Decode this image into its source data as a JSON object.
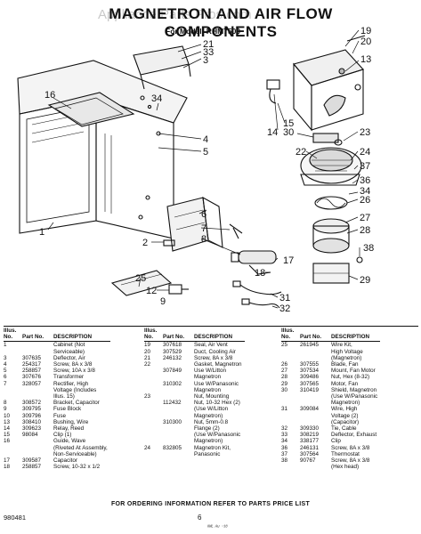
{
  "header": {
    "title": "MAGNETRON AND AIR FLOW COMPONENTS",
    "model": "For Model: RHM7500",
    "watermark": "Appliance Parts Pros.com"
  },
  "callouts": [
    "21",
    "33",
    "3",
    "19",
    "20",
    "13",
    "16",
    "34",
    "15",
    "14",
    "30",
    "23",
    "22",
    "24",
    "37",
    "36",
    "34",
    "26",
    "4",
    "5",
    "1",
    "6",
    "7",
    "8",
    "9",
    "27",
    "28",
    "38",
    "2",
    "17",
    "25",
    "12",
    "18",
    "31",
    "32",
    "29"
  ],
  "columns": {
    "illus": "Illus. No.",
    "part": "Part No.",
    "desc": "DESCRIPTION"
  },
  "table1": [
    [
      "1",
      "",
      "Cabinet (Not"
    ],
    [
      "",
      "",
      "Serviceable)"
    ],
    [
      "3",
      "307635",
      "Deflector, Air"
    ],
    [
      "4",
      "254317",
      "Screw, 8A x 3/8"
    ],
    [
      "5",
      "258857",
      "Screw, 10A x 3/8"
    ],
    [
      "6",
      "307676",
      "Transformer"
    ],
    [
      "7",
      "328057",
      "Rectifier, High"
    ],
    [
      "",
      "",
      "Voltage (Includes"
    ],
    [
      "",
      "",
      "Illus. 15)"
    ],
    [
      "8",
      "308572",
      "Bracket, Capacitor"
    ],
    [
      "9",
      "309795",
      "Fuse Block"
    ],
    [
      "10",
      "309796",
      "Fuse"
    ],
    [
      "13",
      "308410",
      "Bushing, Wire"
    ],
    [
      "14",
      "309623",
      "Relay, Reed"
    ],
    [
      "15",
      "98084",
      "Clip (1)"
    ],
    [
      "16",
      "",
      "Guide, Wave"
    ],
    [
      "",
      "",
      "(Riveted At Assembly,"
    ],
    [
      "",
      "",
      "Non-Serviceable)"
    ],
    [
      "17",
      "309587",
      "Capacitor"
    ],
    [
      "18",
      "258857",
      "Screw, 10-32 x 1/2"
    ]
  ],
  "table2": [
    [
      "19",
      "307618",
      "Seal, Air Vent"
    ],
    [
      "20",
      "307529",
      "Duct, Cooling Air"
    ],
    [
      "21",
      "246132",
      "Screw, 8A x 3/8"
    ],
    [
      "22",
      "",
      "Gasket, Magnetron"
    ],
    [
      "",
      "307849",
      "Use W/Litton"
    ],
    [
      "",
      "",
      "Magnetron"
    ],
    [
      "",
      "310302",
      "Use W/Panasonic"
    ],
    [
      "",
      "",
      "Magnetron"
    ],
    [
      "23",
      "",
      "Nut, Mounting"
    ],
    [
      "",
      "112432",
      "Nut, 10-32 Hex (2)"
    ],
    [
      "",
      "",
      "(Use W/Litton"
    ],
    [
      "",
      "",
      "Magnetron)"
    ],
    [
      "",
      "310300",
      "Nut, 5mm-0.8"
    ],
    [
      "",
      "",
      "Flange (2)"
    ],
    [
      "",
      "",
      "(Use W/Panasonic"
    ],
    [
      "",
      "",
      "Magnetron)"
    ],
    [
      "24",
      "832805",
      "Magnetron Kit,"
    ],
    [
      "",
      "",
      "Panasonic"
    ]
  ],
  "table3": [
    [
      "25",
      "261945",
      "Wire Kit,"
    ],
    [
      "",
      "",
      "High Voltage"
    ],
    [
      "",
      "",
      "(Magnetron)"
    ],
    [
      "26",
      "307555",
      "Blade, Fan"
    ],
    [
      "27",
      "307534",
      "Mount, Fan Motor"
    ],
    [
      "28",
      "309486",
      "Nut, Hex (8-32)"
    ],
    [
      "29",
      "307565",
      "Motor, Fan"
    ],
    [
      "30",
      "310419",
      "Shield, Magnetron"
    ],
    [
      "",
      "",
      "(Use W/Panasonic"
    ],
    [
      "",
      "",
      "Magnetron)"
    ],
    [
      "31",
      "309084",
      "Wire, High"
    ],
    [
      "",
      "",
      "Voltage (2)"
    ],
    [
      "",
      "",
      "(Capacitor)"
    ],
    [
      "32",
      "309330",
      "Tie, Cable"
    ],
    [
      "33",
      "308219",
      "Deflector, Exhaust"
    ],
    [
      "34",
      "338177",
      "Clip"
    ],
    [
      "36",
      "246131",
      "Screw, 8A x 3/8"
    ],
    [
      "37",
      "307564",
      "Thermostat"
    ],
    [
      "38",
      "90767",
      "Screw, 8A x 3/8"
    ],
    [
      "",
      "",
      "(Hex head)"
    ]
  ],
  "footer": {
    "note": "FOR ORDERING INFORMATION REFER TO PARTS PRICE LIST",
    "code": "980481",
    "page": "6",
    "mark": "ᴵᴹᴸ  ᴬᵘ  ⁻¹⁸"
  }
}
